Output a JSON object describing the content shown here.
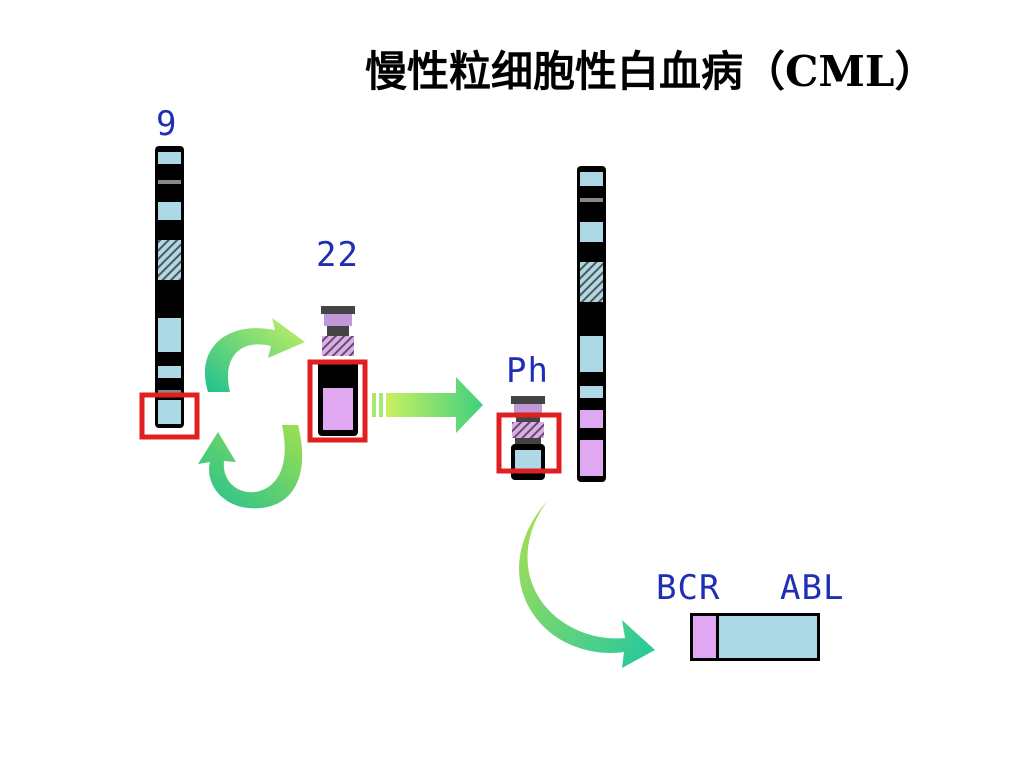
{
  "title": "慢性粒细胞性白血病（CML）",
  "labels": {
    "chr9": "9",
    "chr22": "22",
    "ph": "Ph",
    "bcr": "BCR",
    "abl": "ABL"
  },
  "colors": {
    "label_blue": "#1f2fb5",
    "band_black": "#000000",
    "band_lightblue": "#add8e6",
    "band_pink": "#e0a8f0",
    "highlight_red": "#e02020",
    "arrow_green_light": "#c8f060",
    "arrow_green_dark": "#20c090"
  }
}
